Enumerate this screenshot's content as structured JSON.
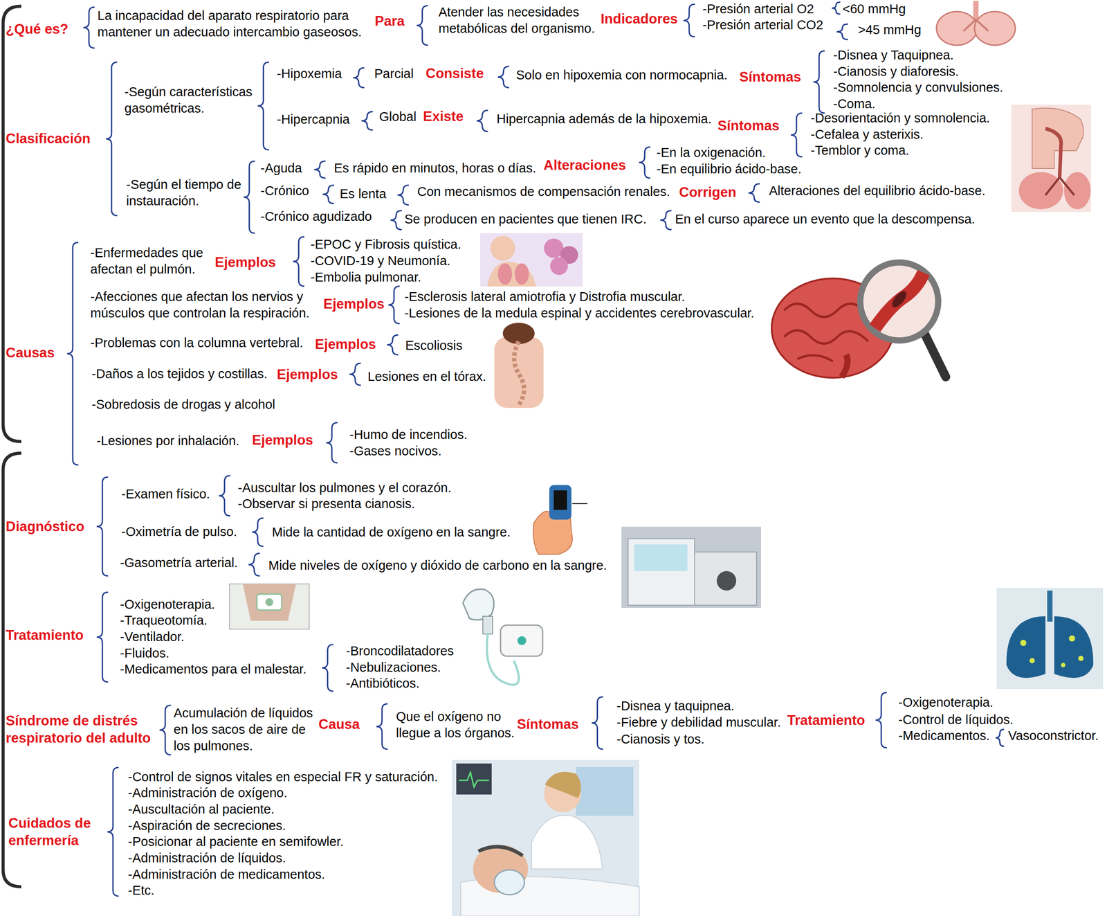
{
  "diagram": {
    "labels": [
      "¿Qué es?",
      "La incapacidad del aparato respiratorio para mantener un adecuado intercambio gaseosos.",
      "Para",
      "Atender las necesidades metabólicas del organismo.",
      "Indicadores",
      "-Presión arterial O2",
      "-Presión arterial CO2",
      "<60 mmHg",
      ">45 mmHg",
      "Clasificación",
      "-Según características gasométricas.",
      "-Hipoxemia",
      "Parcial",
      "Consiste",
      "Solo en hipoxemia con normocapnia.",
      "Síntomas",
      "-Disnea y Taquipnea.",
      "-Cianosis y diaforesis.",
      "-Somnolencia y convulsiones.",
      "-Coma.",
      "-Hipercapnia",
      "Global",
      "Existe",
      "Hipercapnia además de la hipoxemia.",
      "Síntomas",
      "-Desorientación y somnolencia.",
      "-Cefalea y asterixis.",
      "-Temblor y coma.",
      "-Según el tiempo de instauración.",
      "-Aguda",
      "Es rápido en minutos, horas o días.",
      "Alteraciones",
      "-En la oxigenación.",
      "-En equilibrio ácido-base.",
      "-Crónico",
      "Es lenta",
      "Con mecanismos de compensación renales.",
      "Corrigen",
      "Alteraciones del equilibrio ácido-base.",
      "-Crónico agudizado",
      "Se producen en pacientes que tienen IRC.",
      "En el curso aparece un evento que la descompensa.",
      "Causas",
      "-Enfermedades que afectan el pulmón.",
      "Ejemplos",
      "-EPOC y Fibrosis quística.",
      "-COVID-19 y Neumonía.",
      "-Embolia pulmonar.",
      "-Afecciones que afectan los nervios y músculos que controlan la respiración.",
      "Ejemplos",
      "-Esclerosis lateral amiotrofia y Distrofia muscular.",
      "-Lesiones de la medula espinal y accidentes cerebrovascular.",
      "-Problemas con la columna vertebral.",
      "Ejemplos",
      "Escoliosis",
      "-Daños a los tejidos y costillas.",
      "Ejemplos",
      "Lesiones en el tórax.",
      "-Sobredosis de drogas y alcohol",
      "-Lesiones por inhalación.",
      "Ejemplos",
      "-Humo de incendios.",
      "-Gases nocivos.",
      "Diagnóstico",
      "-Examen físico.",
      "-Auscultar los pulmones y el corazón.",
      "-Observar si presenta cianosis.",
      "-Oximetría de pulso.",
      "Mide la cantidad de oxígeno en la sangre.",
      "-Gasometría arterial.",
      "Mide niveles de oxígeno y dióxido de carbono en la sangre.",
      "Tratamiento",
      "-Oxigenoterapia.",
      "-Traqueotomía.",
      "-Ventilador.",
      "-Fluidos.",
      "-Medicamentos para el malestar.",
      "-Broncodilatadores",
      "-Nebulizaciones.",
      "-Antibióticos.",
      "Síndrome de distrés respiratorio del adulto",
      "Acumulación de líquidos en los sacos de aire de los pulmones.",
      "Causa",
      "Que el oxígeno no llegue a los órganos.",
      "Síntomas",
      "-Disnea y taquipnea.",
      "-Fiebre y debilidad muscular.",
      "-Cianosis y tos.",
      "Tratamiento",
      "-Oxigenoterapia.",
      "-Control de líquidos.",
      "-Medicamentos.",
      "Vasoconstrictor.",
      "Cuidados de enfermería",
      "-Control de signos vitales en especial FR y saturación.",
      "-Administración de oxígeno.",
      "-Auscultación al paciente.",
      "-Aspiración de secreciones.",
      "-Posicionar al paciente en semifowler.",
      "-Administración de líquidos.",
      "-Administración de medicamentos.",
      "-Etc."
    ]
  }
}
